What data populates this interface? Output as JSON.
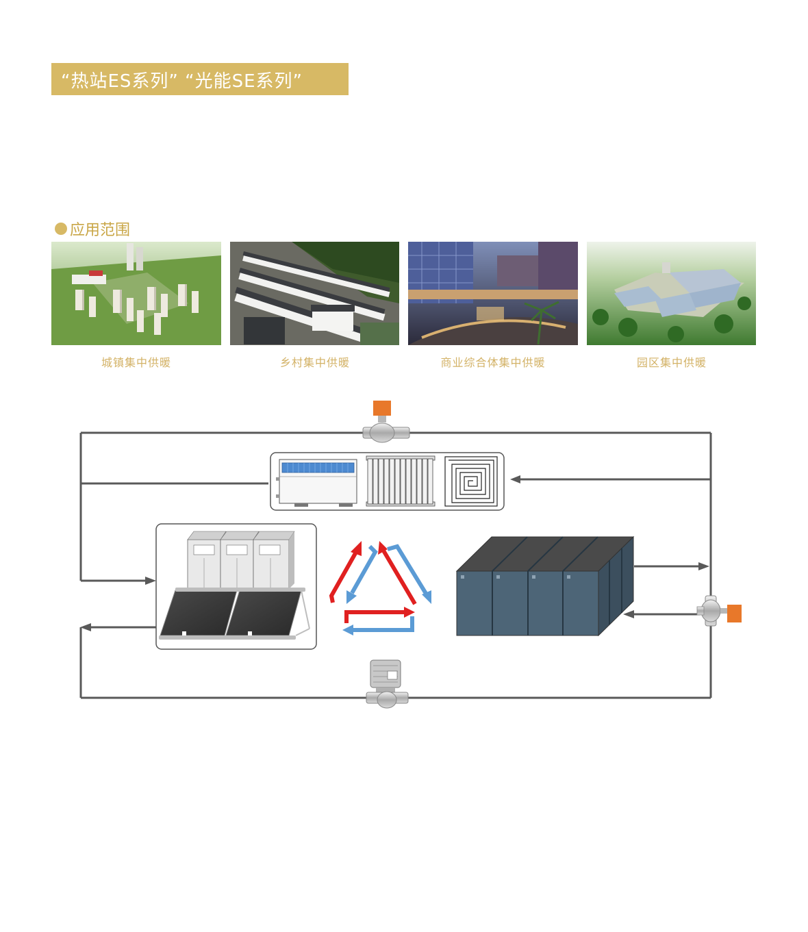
{
  "header": {
    "title": "“热站ES系列” “光能SE系列”",
    "accent_color": "#d7b965"
  },
  "application": {
    "heading": "应用范围",
    "items": [
      {
        "label": "城镇集中供暖",
        "image": "town-aerial-photo"
      },
      {
        "label": "乡村集中供暖",
        "image": "village-aerial-photo"
      },
      {
        "label": "商业综合体集中供暖",
        "image": "commercial-complex-photo"
      },
      {
        "label": "园区集中供暖",
        "image": "industrial-park-photo"
      }
    ]
  },
  "diagram": {
    "pipe_color": "#595959",
    "hot_arrow_color": "#e02020",
    "cold_arrow_color": "#5b9bd5",
    "valve_actuator_color": "#e8782a",
    "heat_pump_color": "#4d6577",
    "components": [
      "fan-coil-unit",
      "radiator",
      "floor-heating-coil",
      "electric-boiler-cabinets",
      "solar-collectors",
      "heat-pump-units",
      "circulation-pump",
      "three-way-valve",
      "motorized-valve"
    ]
  }
}
